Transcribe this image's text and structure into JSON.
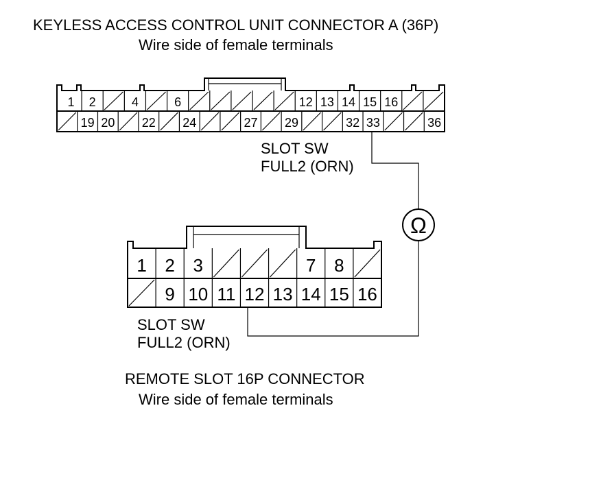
{
  "connector_a": {
    "title": "KEYLESS ACCESS CONTROL UNIT CONNECTOR A (36P)",
    "subtitle": "Wire side of female terminals",
    "top_row": [
      "1",
      "2",
      "",
      "4",
      "",
      "6",
      "",
      "",
      "",
      "",
      "",
      "12",
      "13",
      "14",
      "15",
      "16",
      "",
      ""
    ],
    "bottom_row": [
      "",
      "19",
      "20",
      "",
      "22",
      "",
      "24",
      "",
      "",
      "27",
      "",
      "29",
      "",
      "",
      "32",
      "33",
      "",
      "",
      "36"
    ],
    "wire_label_line1": "SLOT SW",
    "wire_label_line2": "FULL2 (ORN)"
  },
  "meter": {
    "symbol": "Ω"
  },
  "connector_b": {
    "title": "REMOTE SLOT 16P CONNECTOR",
    "subtitle": "Wire side of female terminals",
    "top_row": [
      "1",
      "2",
      "3",
      "",
      "",
      "",
      "7",
      "8",
      ""
    ],
    "bottom_row": [
      "",
      "9",
      "10",
      "11",
      "12",
      "13",
      "14",
      "15",
      "16"
    ],
    "wire_label_line1": "SLOT SW",
    "wire_label_line2": "FULL2 (ORN)"
  }
}
